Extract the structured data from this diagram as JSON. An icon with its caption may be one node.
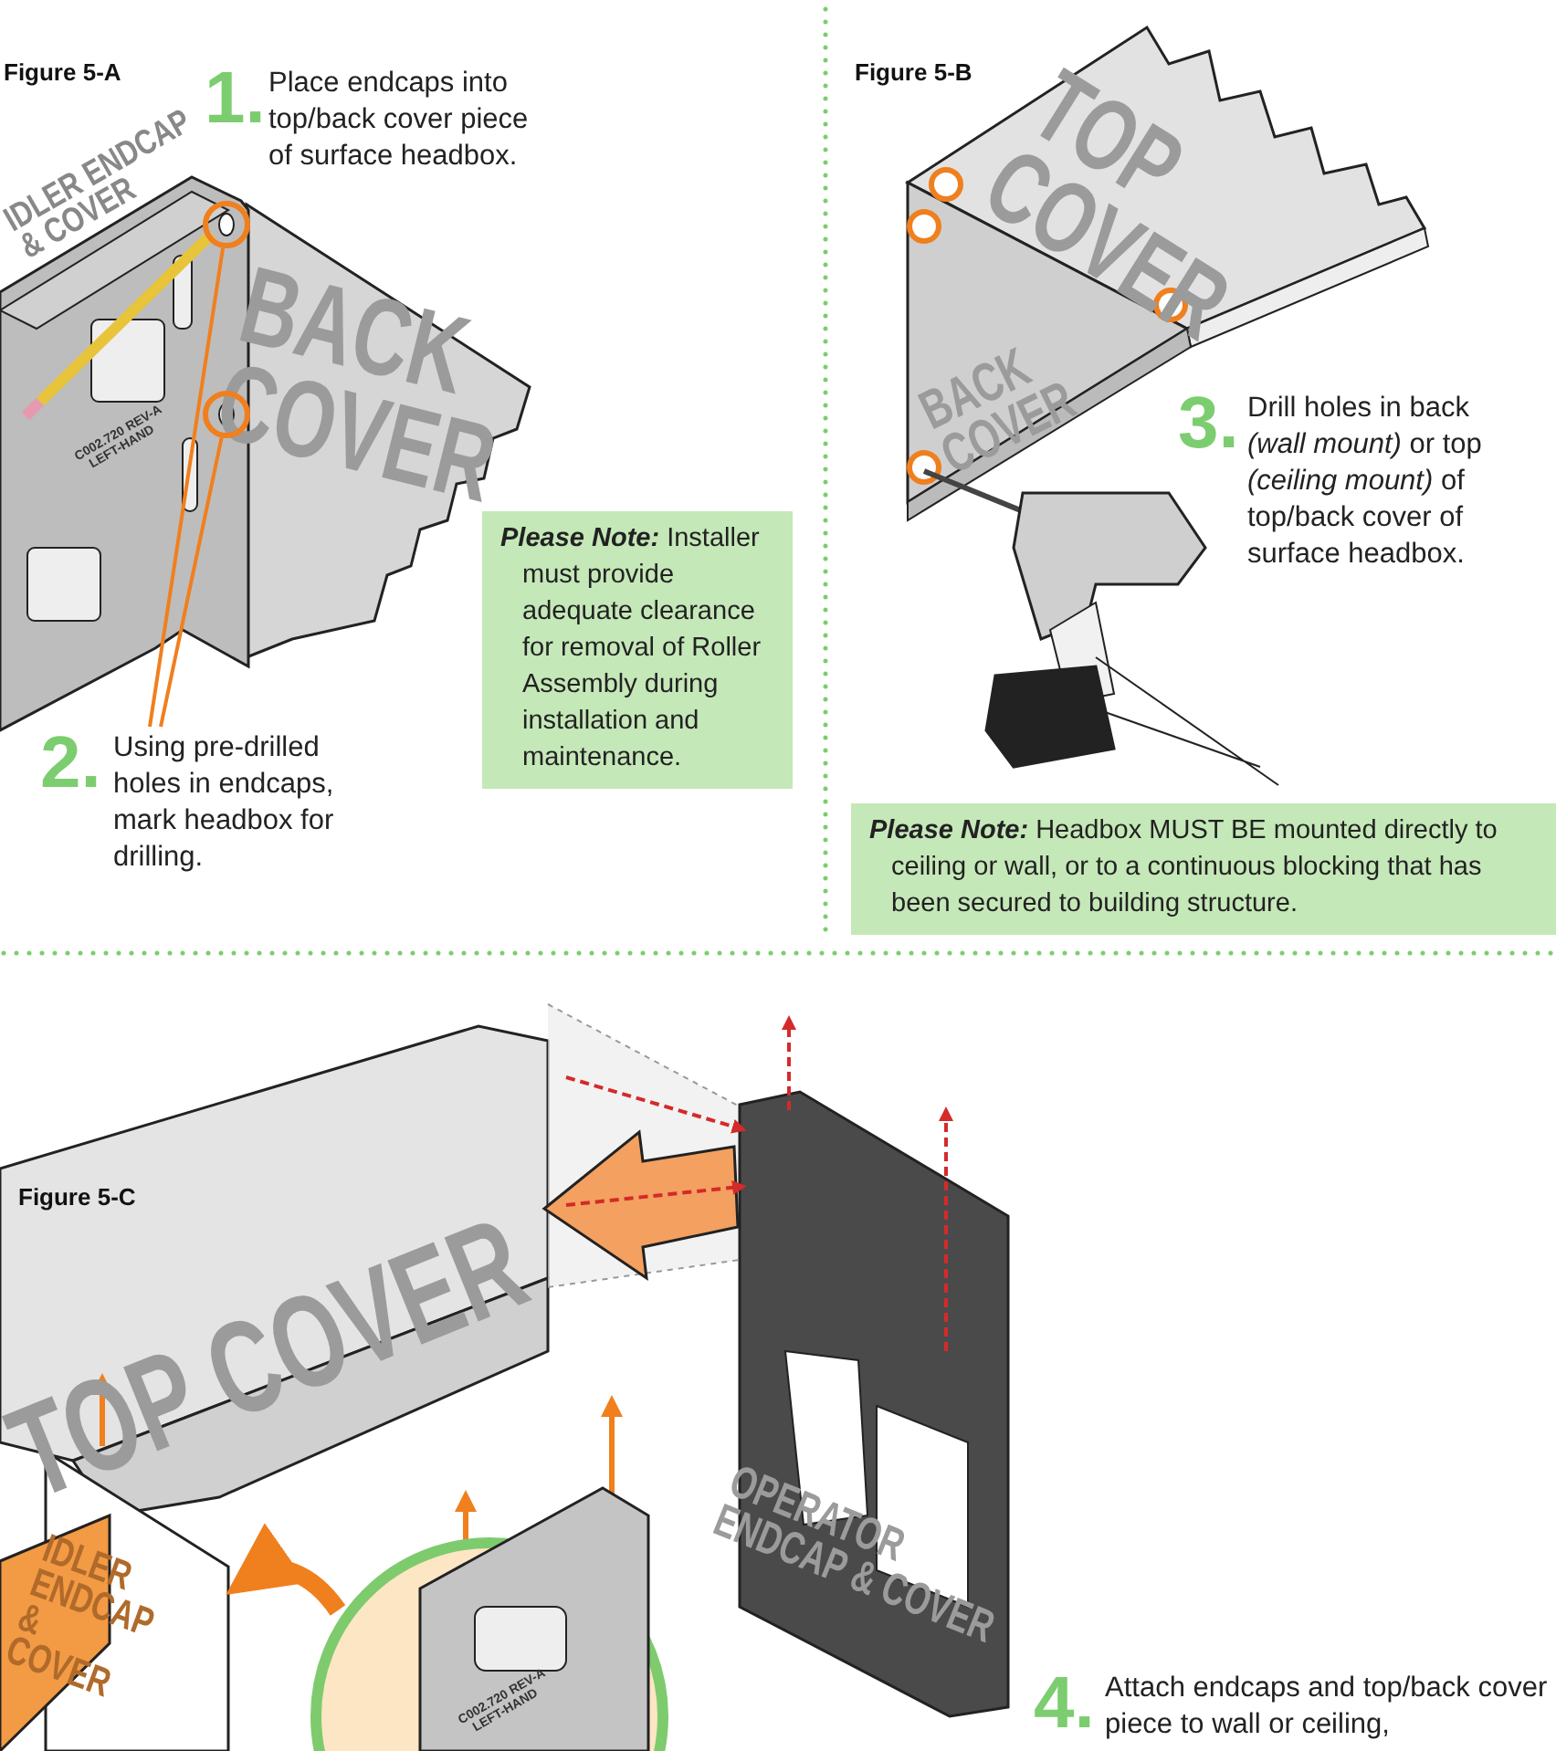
{
  "diagram": {
    "nodes": [
      {
        "text": [
          "1.",
          "Place endcaps into top/back cover piece of surface headbox."
        ]
      },
      {
        "text": [
          "2.",
          "Using pre-drilled holes in endcaps, mark headbox for drilling."
        ]
      },
      {
        "text": [],
        "shape": "circle"
      },
      {
        "text": [],
        "shape": "circle"
      },
      {
        "text": [
          "**Please Note:** Installer must provide adequate clearance for removal of Roller Assembly during installation and maintenance."
        ]
      },
      {
        "text": [
          "3.",
          "Drill holes in back *(wall mount)* or top *(ceiling mount)* of top/back cover of surface headbox."
        ]
      },
      {
        "text": [
          "**Please Note:** Headbox MUST BE mounted directly to ceiling or wall, or to a continuous blocking that has been secured to building structure."
        ]
      },
      {
        "text": [
          "4.",
          "Attach endcaps and top/back cover piece to wall or ceiling,"
        ]
      }
    ],
    "edges": [
      {
        "from": 1,
        "to": 2,
        "arrow": "none",
        "color": "#f07f1e"
      },
      {
        "from": 1,
        "to": 3,
        "arrow": "none",
        "color": "#f07f1e"
      }
    ],
    "labels": [
      "Figure 5-A",
      "IDLER ENDCAP & COVER",
      "BACK COVER",
      "C002.720 REV-A",
      "LEFT-HAND",
      "Figure 5-B",
      "TOP COVER",
      "BACK COVER",
      "Figure 5-C",
      "TOP COVER",
      "IDLER ENDCAP & COVER",
      "OPERATOR ENDCAP & COVER",
      "C002.720 REV-A",
      "LEFT-HAND"
    ]
  }
}
